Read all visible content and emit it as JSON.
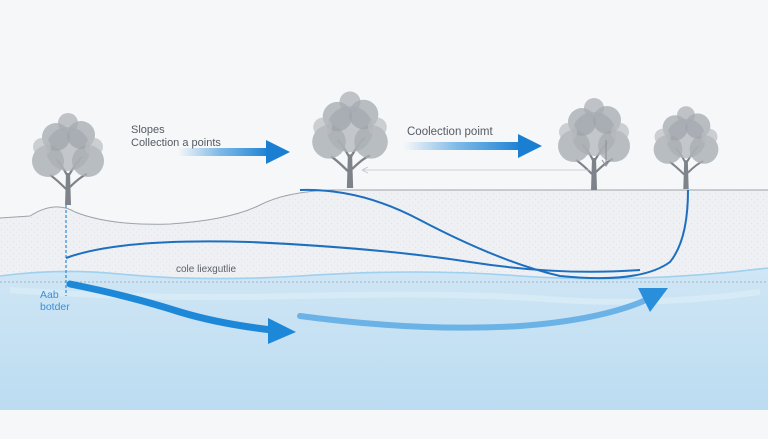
{
  "labels": {
    "slopes_line1": "Slopes",
    "slopes_line2": "Collection a points",
    "collection_point": "Coolection poimt",
    "layer": "cole liexgutlie",
    "border_line1": "Aab",
    "border_line2": "botder"
  },
  "colors": {
    "background": "#f6f7f9",
    "soil": "#eef0f3",
    "water": "#c5e1f3",
    "water_light": "#dbedf8",
    "flow_line": "#1d7fd0",
    "arrow": "#1e88d8",
    "tree": "#9aa0a6",
    "text": "#555b63"
  },
  "icons": [
    "tree-icon",
    "flow-arrow-icon"
  ]
}
